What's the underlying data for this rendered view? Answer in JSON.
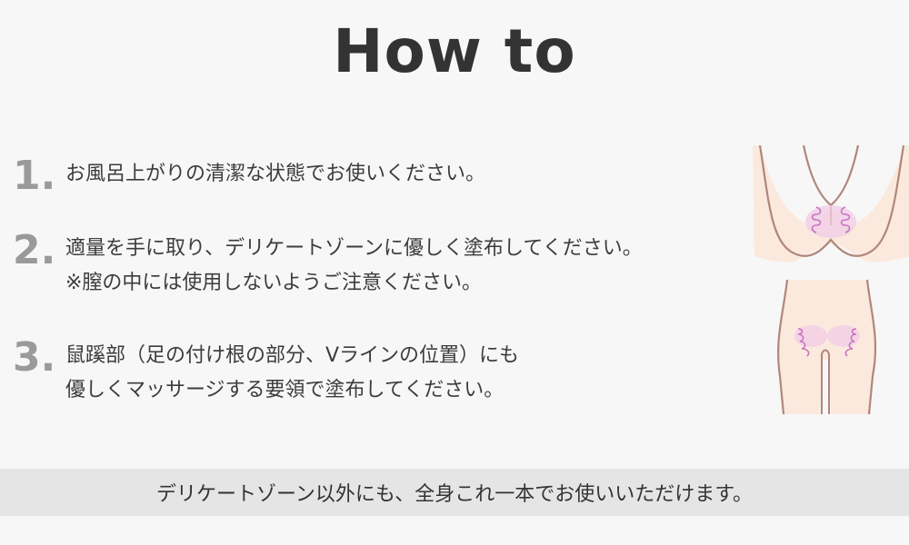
{
  "title": "How to",
  "steps": [
    {
      "number": "1.",
      "lines": [
        "お風呂上がりの清潔な状態でお使いください。"
      ]
    },
    {
      "number": "2.",
      "lines": [
        "適量を手に取り、デリケートゾーンに優しく塗布してください。",
        "※膣の中には使用しないようご注意ください。"
      ]
    },
    {
      "number": "3.",
      "lines": [
        "鼠蹊部（足の付け根の部分、Vラインの位置）にも",
        "優しくマッサージする要領で塗布してください。"
      ]
    }
  ],
  "footer": "デリケートゾーン以外にも、全身これ一本でお使いいただけます。",
  "colors": {
    "background": "#f7f7f7",
    "skin": "#fbe9de",
    "outline": "#b0877a",
    "massage": "#e6a8e0",
    "footer_band": "#e5e5e5",
    "number": "#9a9a9a"
  }
}
